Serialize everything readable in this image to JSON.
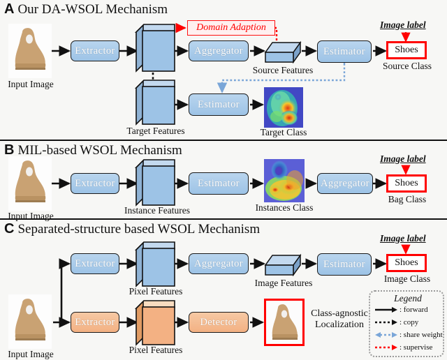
{
  "figure": {
    "domain": "diagram",
    "panels": [
      {
        "id": "A",
        "letter": "A",
        "title": "Our DA-WSOL Mechanism",
        "nodes": {
          "input_image": "Input Image",
          "extractor": "Extractor",
          "aggregator": "Aggregator",
          "estimator_top": "Estimator",
          "estimator_bottom": "Estimator",
          "domain_adaption": "Domain Adaption",
          "shoes": "Shoes"
        },
        "captions": {
          "source_features": "Source Features",
          "target_features": "Target Features",
          "target_class": "Target Class",
          "source_class": "Source Class",
          "image_label": "Image label"
        }
      },
      {
        "id": "B",
        "letter": "B",
        "title": "MIL-based WSOL Mechanism",
        "nodes": {
          "input_image": "Input Image",
          "extractor": "Extractor",
          "estimator": "Estimator",
          "aggregator": "Aggregator",
          "shoes": "Shoes"
        },
        "captions": {
          "instance_features": "Instance Features",
          "instances_class": "Instances Class",
          "bag_class": "Bag Class",
          "image_label": "Image label"
        }
      },
      {
        "id": "C",
        "letter": "C",
        "title": "Separated-structure based WSOL Mechanism",
        "nodes": {
          "input_image": "Input Image",
          "extractor_top": "Extractor",
          "extractor_bottom": "Extractor",
          "aggregator": "Aggregator",
          "estimator": "Estimator",
          "detector": "Detector",
          "shoes": "Shoes"
        },
        "captions": {
          "pixel_features_top": "Pixel Features",
          "pixel_features_bottom": "Pixel Features",
          "image_features": "Image Features",
          "image_class": "Image Class",
          "image_label": "Image label",
          "class_agnostic_localization": "Class-agnostic Localization"
        }
      }
    ],
    "legend": {
      "title": "Legend",
      "items": [
        {
          "symbol": "solid-black-arrow",
          "label": ": forward"
        },
        {
          "symbol": "dotted-black-arrow",
          "label": ": copy"
        },
        {
          "symbol": "dotted-blue-biarrow",
          "label": ": share weight"
        },
        {
          "symbol": "dotted-red-arrow",
          "label": ": supervise"
        }
      ]
    },
    "colors": {
      "box_blue": "#9dc3e6",
      "box_orange": "#f3b183",
      "supervise_red": "#ff0000",
      "share_weight_blue": "#7aa6d8",
      "legend_border": "#9a9a9a",
      "background": "#f7f7f5",
      "stroke": "#111111"
    }
  }
}
